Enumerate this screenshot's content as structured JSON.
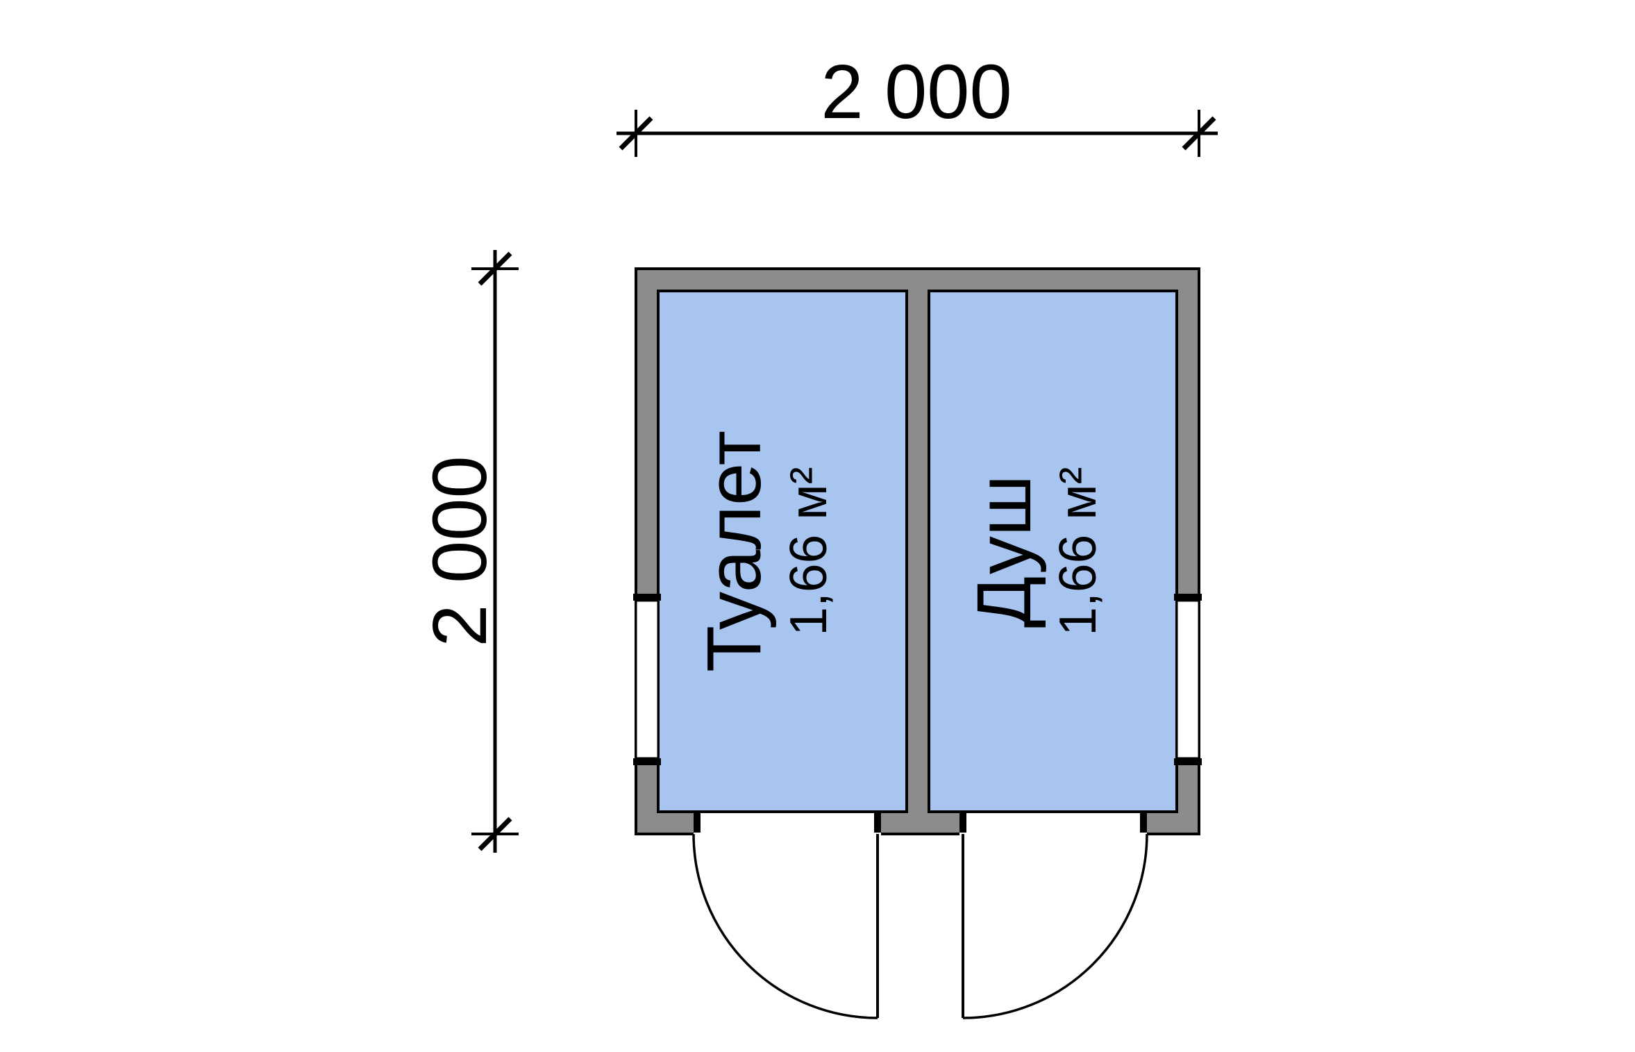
{
  "colors": {
    "wall": "#8c8c8c",
    "room": "#a8c5f0",
    "line": "#000000",
    "bg": "#ffffff"
  },
  "dimensions": {
    "top": {
      "label": "2 000"
    },
    "left": {
      "label": "2 000"
    }
  },
  "rooms": [
    {
      "name": "Туалет",
      "area": "1,66 м²"
    },
    {
      "name": "Душ",
      "area": "1,66 м²"
    }
  ]
}
